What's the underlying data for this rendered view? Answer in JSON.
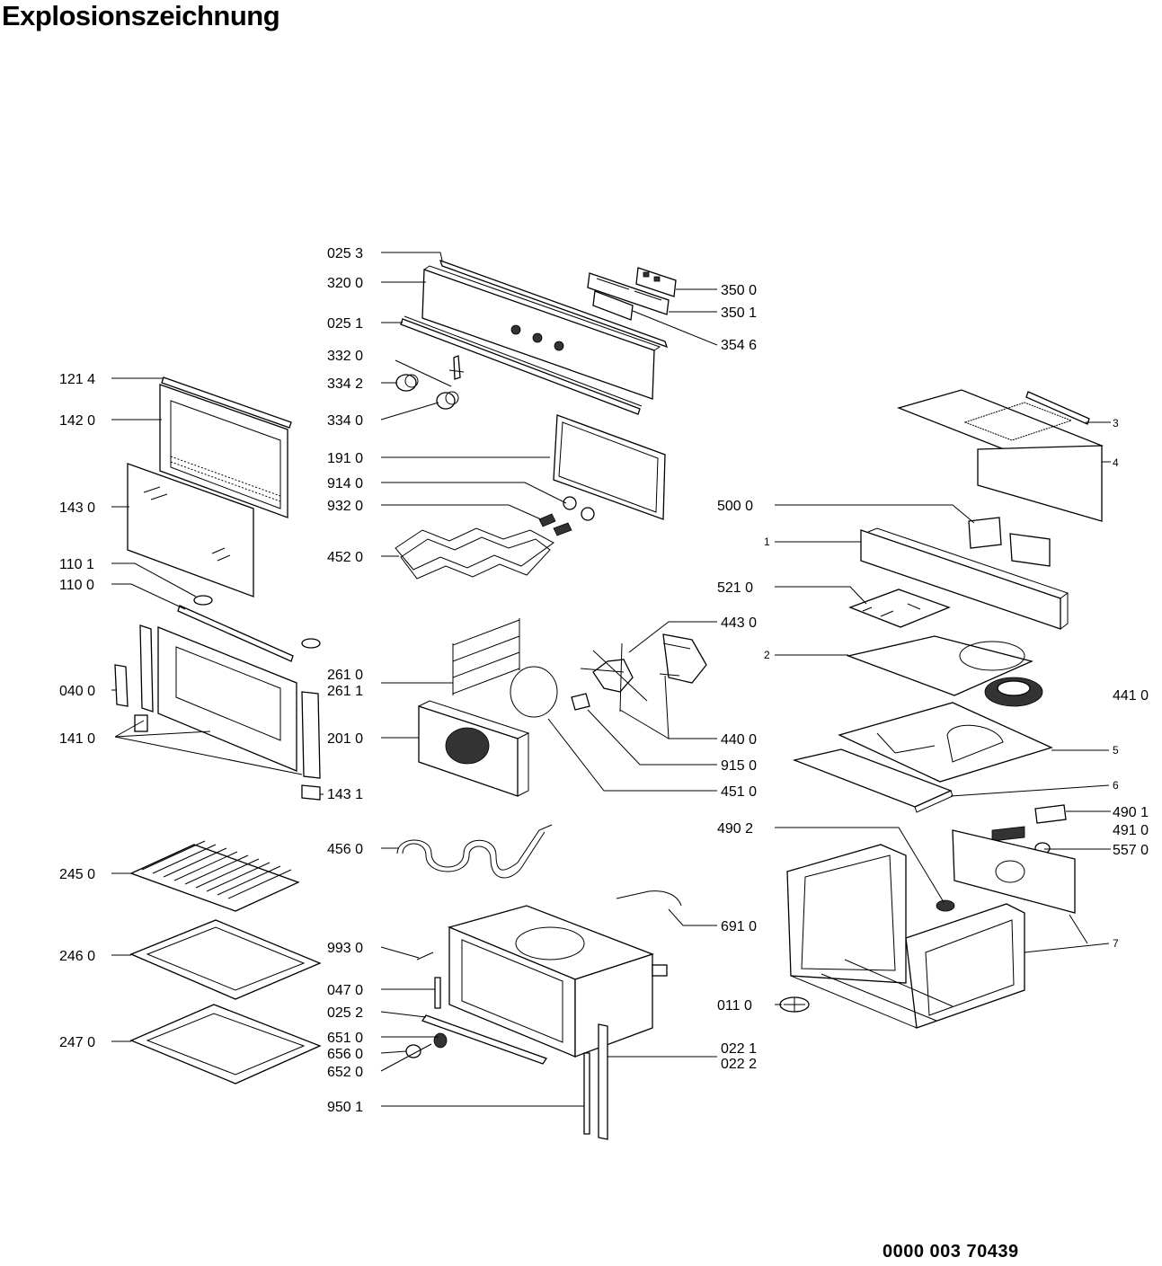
{
  "title": "Explosionszeichnung",
  "document_number": "0000 003 70439",
  "part_labels": [
    "025 3",
    "320 0",
    "350 0",
    "350 1",
    "025 1",
    "354 6",
    "332 0",
    "334 2",
    "334 0",
    "121 4",
    "142 0",
    "191 0",
    "914 0",
    "932 0",
    "143 0",
    "452 0",
    "110 1",
    "110 0",
    "040 0",
    "141 0",
    "261 0",
    "261 1",
    "201 0",
    "143 1",
    "443 0",
    "440 0",
    "915 0",
    "451 0",
    "456 0",
    "245 0",
    "246 0",
    "247 0",
    "993 0",
    "047 0",
    "025 2",
    "651 0",
    "656 0",
    "652 0",
    "950 1",
    "022 1",
    "022 2",
    "691 0",
    "500 0",
    "521 0",
    "441 0",
    "490 1",
    "491 0",
    "490 2",
    "557 0",
    "011 0",
    "3",
    "4",
    "1",
    "2",
    "5",
    "6",
    "7"
  ]
}
